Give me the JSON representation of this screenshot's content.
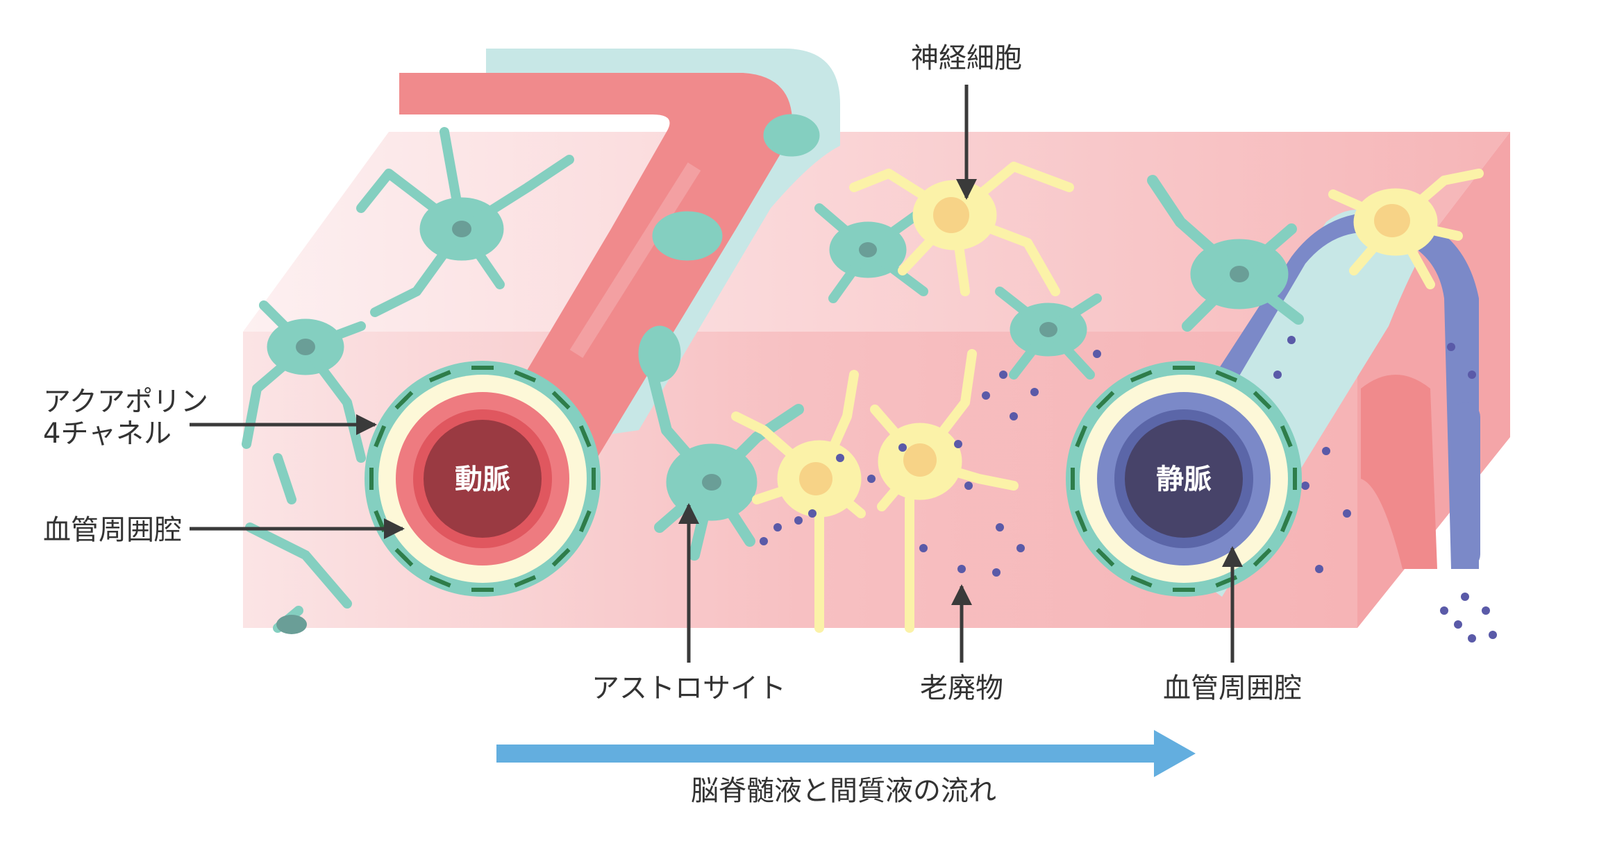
{
  "labels": {
    "neuron": "神経細胞",
    "aquaporin_line1": "アクアポリン",
    "aquaporin_line2": "4チャネル",
    "perivascular_left": "血管周囲腔",
    "artery": "動脈",
    "vein": "静脈",
    "astrocyte": "アストロサイト",
    "waste": "老廃物",
    "perivascular_right": "血管周囲腔",
    "flow": "脳脊髄液と間質液の流れ"
  },
  "colors": {
    "tissue": "#f7b9bb",
    "tissue_light": "#fbe3e4",
    "astrocyte": "#84cfc0",
    "astrocyte_nucleus": "#6a9e97",
    "neuron": "#fbf2a8",
    "neuron_nucleus": "#f7d387",
    "artery": "#f08a8c",
    "artery_inner": "#9a3a42",
    "vein": "#7b89c8",
    "vein_inner": "#474369",
    "perivascular_space": "#fdf8d8",
    "aquaporin": "#2e7d4a",
    "waste_dot": "#5a5aa8",
    "flow_arrow": "#63aedf",
    "label_arrow": "#3a3a3a"
  },
  "icons": {
    "pointer": "arrow-right",
    "flow": "arrow-right"
  }
}
